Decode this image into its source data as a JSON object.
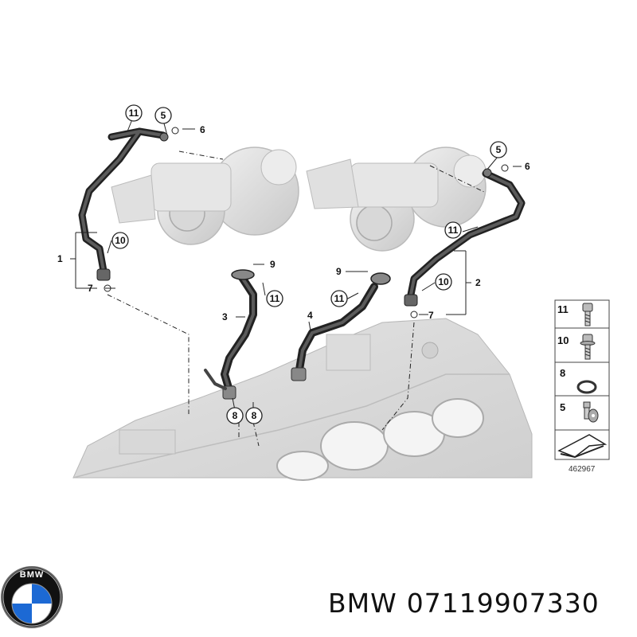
{
  "callouts": {
    "c11a": "11",
    "c5a": "5",
    "c6a": "6",
    "c5b": "5",
    "c6b": "6",
    "c11b": "11",
    "c1": "1",
    "c10a": "10",
    "c7a": "7",
    "c9a": "9",
    "c11c": "11",
    "c3": "3",
    "c4": "4",
    "c9b": "9",
    "c11d": "11",
    "c10b": "10",
    "c2": "2",
    "c7b": "7",
    "c8a": "8",
    "c8b": "8"
  },
  "legend": [
    {
      "num": "11",
      "icon": "bolt-icon"
    },
    {
      "num": "10",
      "icon": "bolt-washer-icon"
    },
    {
      "num": "8",
      "icon": "o-ring-icon"
    },
    {
      "num": "5",
      "icon": "banjo-bolt-icon"
    }
  ],
  "figure_number": "462967",
  "caption": {
    "brand": "BMW",
    "part_number": "07119907330"
  },
  "logo": {
    "letters": "BMW",
    "colors": {
      "ring": "#111111",
      "blue": "#1c69d4",
      "white": "#ffffff"
    }
  }
}
